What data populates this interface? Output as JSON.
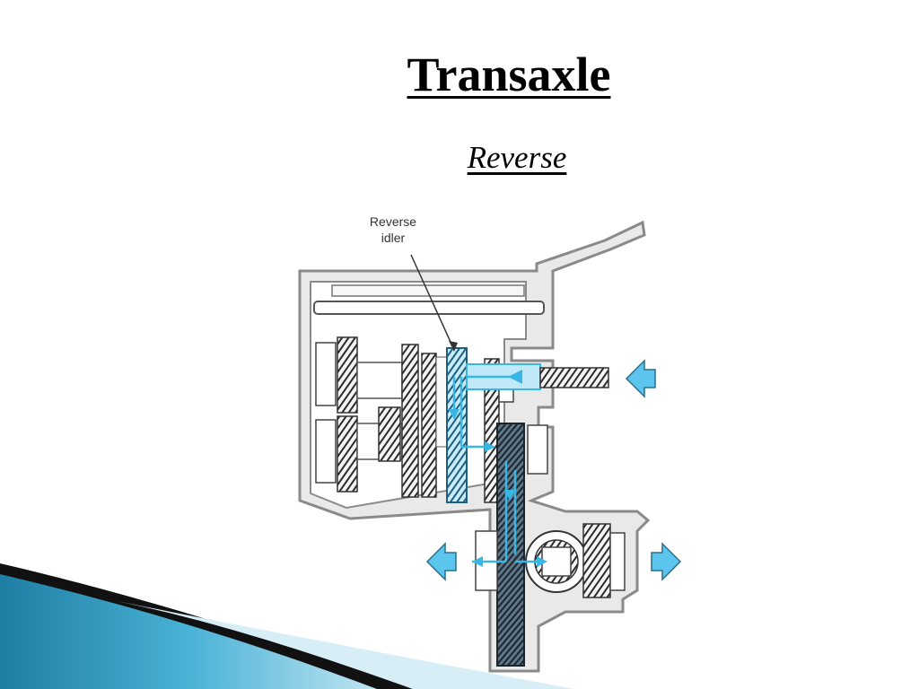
{
  "slide": {
    "title": "Transaxle",
    "subtitle": "Reverse"
  },
  "diagram": {
    "callout": {
      "line1": "Reverse",
      "line2": "idler"
    },
    "colors": {
      "housing_fill": "#e9e9e9",
      "housing_stroke": "#8a8a8a",
      "power_flow": "#38b6e6",
      "gear_dark": "#2f3a44",
      "corner_blue": "#2a8fb3"
    },
    "icons": [
      "arrow-left-icon",
      "arrow-right-icon",
      "flow-arrow-icon"
    ]
  }
}
